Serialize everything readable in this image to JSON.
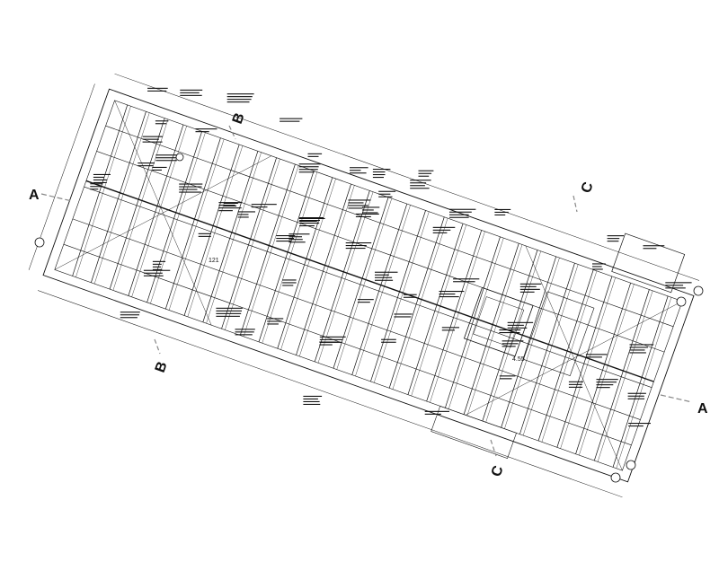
{
  "section_labels": {
    "a_left": "A",
    "a_right": "A",
    "b_top": "B",
    "b_bottom": "B",
    "c_top": "C",
    "c_bottom": "C"
  },
  "room_numbers": [
    "121",
    "4.55"
  ],
  "colors": {
    "line": "#111111",
    "paper": "#ffffff",
    "section_marker": "#888888"
  }
}
